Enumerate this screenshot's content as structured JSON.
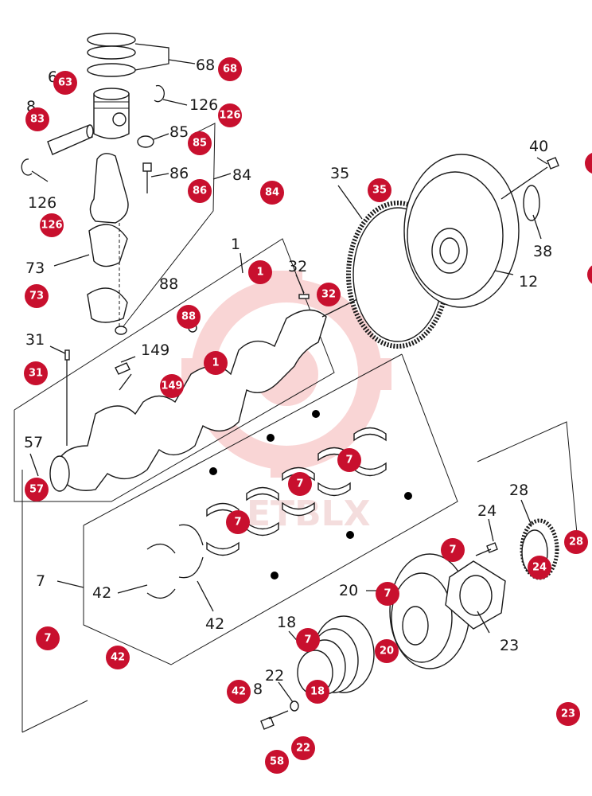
{
  "diagram": {
    "callout_labels": [
      {
        "id": "68",
        "text": "68"
      },
      {
        "id": "63",
        "text": "6"
      },
      {
        "id": "126a",
        "text": "126"
      },
      {
        "id": "83",
        "text": "8"
      },
      {
        "id": "85",
        "text": "85"
      },
      {
        "id": "86",
        "text": "86"
      },
      {
        "id": "84",
        "text": "84"
      },
      {
        "id": "126b",
        "text": "126"
      },
      {
        "id": "73",
        "text": "73"
      },
      {
        "id": "88",
        "text": "88"
      },
      {
        "id": "1",
        "text": "1"
      },
      {
        "id": "32",
        "text": "32"
      },
      {
        "id": "31",
        "text": "31"
      },
      {
        "id": "149",
        "text": "149"
      },
      {
        "id": "57",
        "text": "57"
      },
      {
        "id": "35",
        "text": "35"
      },
      {
        "id": "40",
        "text": "40"
      },
      {
        "id": "38",
        "text": "38"
      },
      {
        "id": "12",
        "text": "12"
      },
      {
        "id": "7",
        "text": "7"
      },
      {
        "id": "42a",
        "text": "42"
      },
      {
        "id": "42b",
        "text": "42"
      },
      {
        "id": "18",
        "text": "18"
      },
      {
        "id": "20",
        "text": "20"
      },
      {
        "id": "22",
        "text": "22"
      },
      {
        "id": "8",
        "text": "8"
      },
      {
        "id": "24",
        "text": "24"
      },
      {
        "id": "28",
        "text": "28"
      },
      {
        "id": "23",
        "text": "23"
      }
    ],
    "badges": [
      "68",
      "63",
      "126",
      "83",
      "85",
      "126",
      "86",
      "84",
      "73",
      "88",
      "1",
      "32",
      "1",
      "31",
      "149",
      "57",
      "35",
      "7",
      "7",
      "7",
      "7",
      "7",
      "7",
      "7",
      "42",
      "42",
      "18",
      "20",
      "22",
      "58",
      "24",
      "28",
      "23"
    ],
    "watermark": "ETBLX"
  },
  "colors": {
    "badge": "#c8102e",
    "line": "#1a1a1a",
    "watermark": "#f4b6b6"
  }
}
